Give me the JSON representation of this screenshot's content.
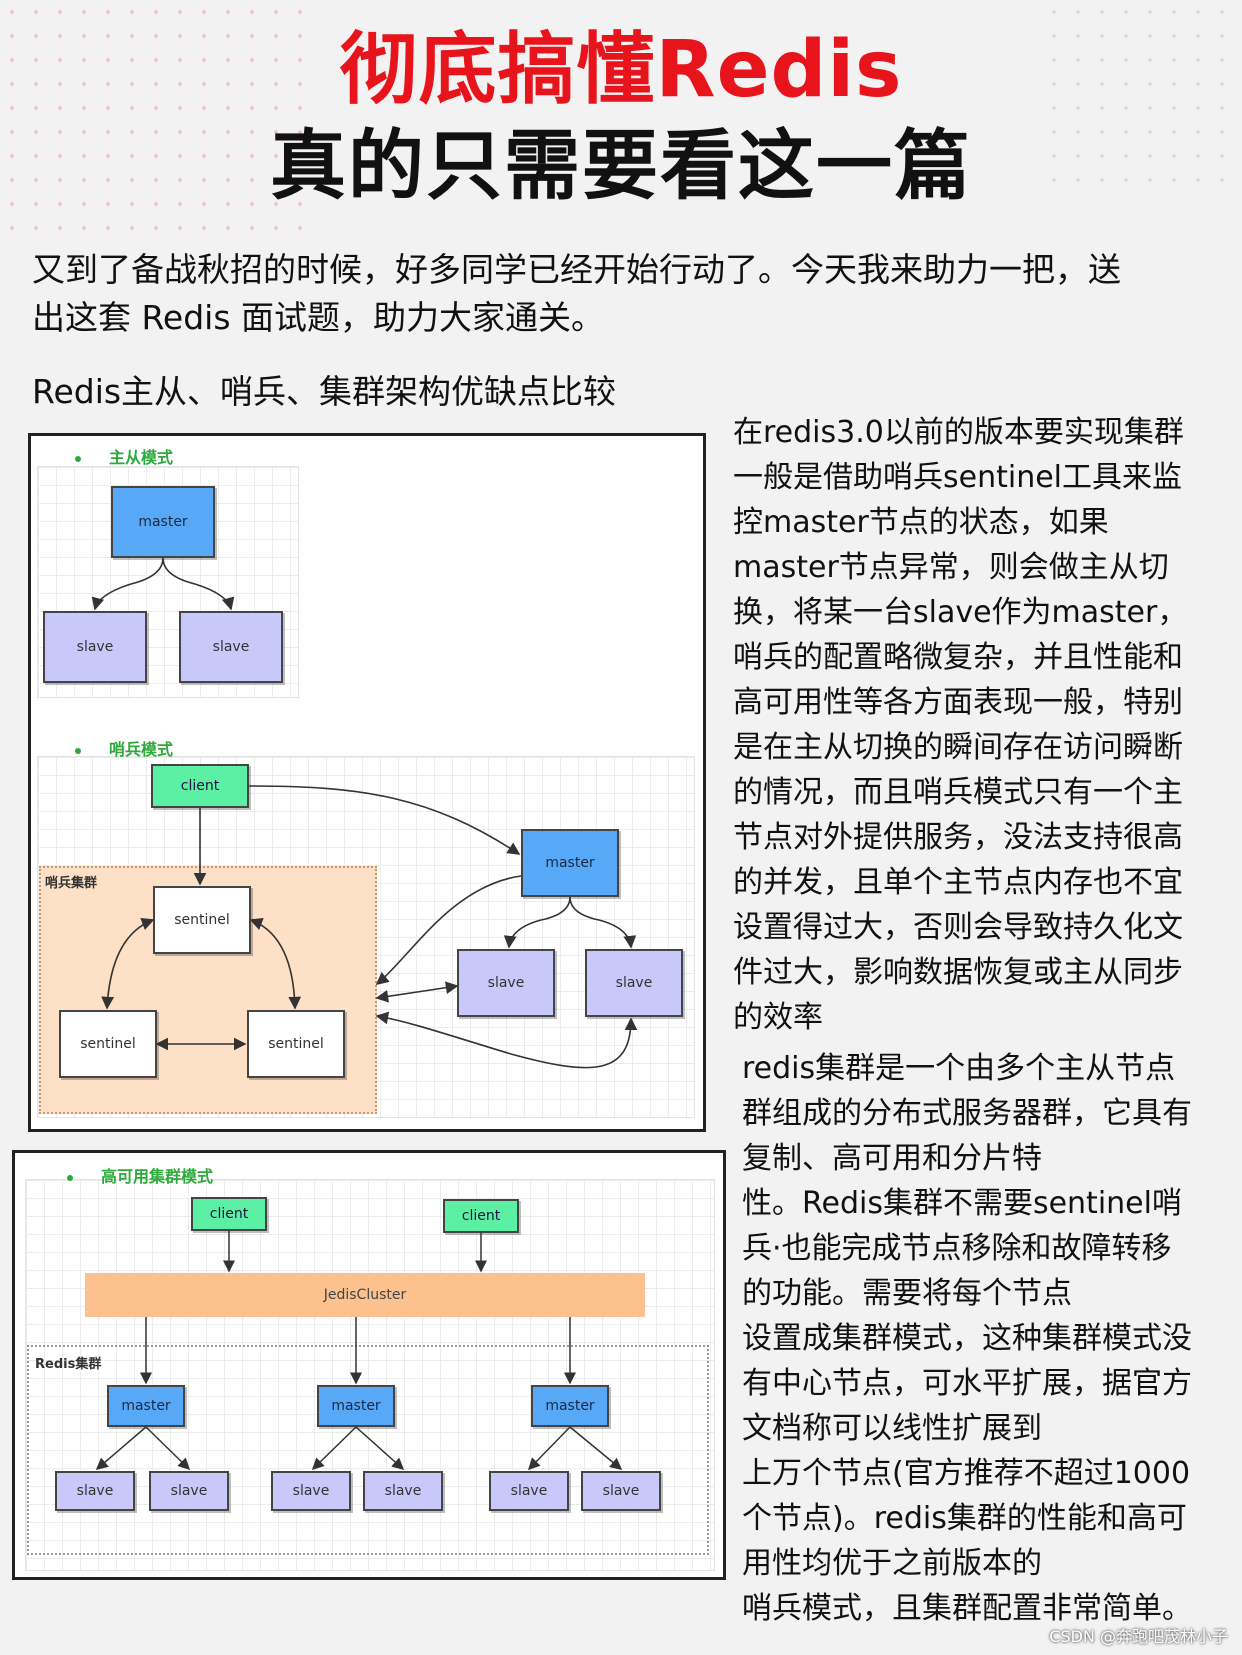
{
  "header": {
    "title_line1": "彻底搞懂Redis",
    "title_line2": "真的只需要看这一篇"
  },
  "intro": {
    "line1": "又到了备战秋招的时候，好多同学已经开始行动了。今天我来助力一把，送",
    "line2": "出这套 Redis 面试题，助力大家通关。"
  },
  "subtitle": "Redis主从、哨兵、集群架构优缺点比较",
  "right_text": {
    "para1": [
      "在redis3.0以前的版本要实现集群",
      "一般是借助哨兵sentinel工具来监",
      "控master节点的状态，如果",
      "master节点异常，则会做主从切",
      "换，将某一台slave作为master，",
      "哨兵的配置略微复杂，并且性能和",
      "高可用性等各方面表现一般，特别",
      "是在主从切换的瞬间存在访问瞬断",
      "的情况，而且哨兵模式只有一个主",
      "节点对外提供服务，没法支持很高",
      "的并发，且单个主节点内存也不宜",
      "设置得过大，否则会导致持久化文",
      "件过大，影响数据恢复或主从同步",
      "的效率"
    ],
    "para2": [
      "redis集群是一个由多个主从节点",
      "群组成的分布式服务器群，它具有",
      "复制、高可用和分片特",
      "性。Redis集群不需要sentinel哨",
      "兵·也能完成节点移除和故障转移",
      "的功能。需要将每个节点",
      "设置成集群模式，这种集群模式没",
      "有中心节点，可水平扩展，据官方",
      "文档称可以线性扩展到",
      "上万个节点(官方推荐不超过1000",
      "个节点)。redis集群的性能和高可",
      "用性均优于之前版本的",
      "哨兵模式，且集群配置非常简单。"
    ]
  },
  "diagram_a": {
    "section1": "主从模式",
    "section2": "哨兵模式",
    "group_label": "哨兵集群",
    "master": "master",
    "slave": "slave",
    "client": "client",
    "sentinel": "sentinel"
  },
  "diagram_b": {
    "section": "高可用集群模式",
    "client": "client",
    "jedis": "JedisCluster",
    "group_label": "Redis集群",
    "master": "master",
    "slave": "slave"
  },
  "watermark": "CSDN @奔跑吧茂林小子",
  "colors": {
    "title_red": "#e8141c",
    "master_blue": "#58a8f8",
    "slave_purple": "#c8c8fa",
    "client_green": "#5cf0a4",
    "sentinel_group": "#fde0c6",
    "jedis_orange": "#fbc28f",
    "section_green": "#2eaa3c"
  }
}
